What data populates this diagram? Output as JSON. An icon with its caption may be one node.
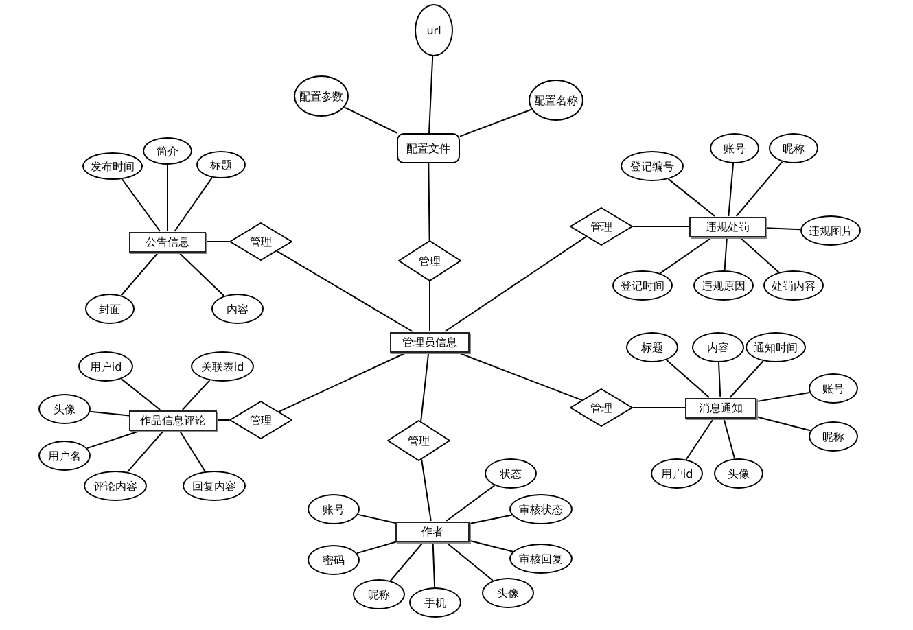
{
  "diagram": {
    "nodes": [
      {
        "text": [
          "url"
        ]
      },
      {
        "text": [
          "配置参数"
        ]
      },
      {
        "text": [
          "配置名称"
        ]
      },
      {
        "text": [
          "配置文件"
        ]
      },
      {
        "text": [
          "管理"
        ]
      },
      {
        "text": [
          "管理员信息"
        ]
      },
      {
        "text": [
          "公告信息"
        ]
      },
      {
        "text": [
          "发布时间"
        ]
      },
      {
        "text": [
          "简介"
        ]
      },
      {
        "text": [
          "标题"
        ]
      },
      {
        "text": [
          "封面"
        ]
      },
      {
        "text": [
          "内容"
        ]
      },
      {
        "text": [
          "管理"
        ]
      },
      {
        "text": [
          "违规处罚"
        ]
      },
      {
        "text": [
          "登记编号"
        ]
      },
      {
        "text": [
          "账号"
        ]
      },
      {
        "text": [
          "昵称"
        ]
      },
      {
        "text": [
          "违规图片"
        ]
      },
      {
        "text": [
          "登记时间"
        ]
      },
      {
        "text": [
          "违规原因"
        ]
      },
      {
        "text": [
          "处罚内容"
        ]
      },
      {
        "text": [
          "管理"
        ]
      },
      {
        "text": [
          "作品信息评论"
        ]
      },
      {
        "text": [
          "用户id"
        ]
      },
      {
        "text": [
          "关联表id"
        ]
      },
      {
        "text": [
          "头像"
        ]
      },
      {
        "text": [
          "用户名"
        ]
      },
      {
        "text": [
          "评论内容"
        ]
      },
      {
        "text": [
          "回复内容"
        ]
      },
      {
        "text": [
          "管理"
        ]
      },
      {
        "text": [
          "消息通知"
        ]
      },
      {
        "text": [
          "标题"
        ]
      },
      {
        "text": [
          "内容"
        ]
      },
      {
        "text": [
          "通知时间"
        ]
      },
      {
        "text": [
          "账号"
        ]
      },
      {
        "text": [
          "昵称"
        ]
      },
      {
        "text": [
          "用户id"
        ]
      },
      {
        "text": [
          "头像"
        ]
      },
      {
        "text": [
          "管理"
        ]
      },
      {
        "text": [
          "管理"
        ]
      },
      {
        "text": [
          "作者"
        ]
      },
      {
        "text": [
          "账号"
        ]
      },
      {
        "text": [
          "密码"
        ]
      },
      {
        "text": [
          "状态"
        ]
      },
      {
        "text": [
          "审核状态"
        ]
      },
      {
        "text": [
          "审核回复"
        ]
      },
      {
        "text": [
          "昵称"
        ]
      },
      {
        "text": [
          "手机"
        ]
      },
      {
        "text": [
          "头像"
        ]
      }
    ],
    "edges": [
      {
        "from": 0,
        "to": 3,
        "arrow": "none"
      },
      {
        "from": 1,
        "to": 3,
        "arrow": "none"
      },
      {
        "from": 2,
        "to": 3,
        "arrow": "none"
      },
      {
        "from": 3,
        "to": 4,
        "arrow": "none"
      },
      {
        "from": 4,
        "to": 5,
        "arrow": "none"
      },
      {
        "from": 7,
        "to": 6,
        "arrow": "none"
      },
      {
        "from": 8,
        "to": 6,
        "arrow": "none"
      },
      {
        "from": 9,
        "to": 6,
        "arrow": "none"
      },
      {
        "from": 10,
        "to": 6,
        "arrow": "none"
      },
      {
        "from": 11,
        "to": 6,
        "arrow": "none"
      },
      {
        "from": 6,
        "to": 12,
        "arrow": "none"
      },
      {
        "from": 12,
        "to": 5,
        "arrow": "none"
      },
      {
        "from": 14,
        "to": 13,
        "arrow": "none"
      },
      {
        "from": 15,
        "to": 13,
        "arrow": "none"
      },
      {
        "from": 16,
        "to": 13,
        "arrow": "none"
      },
      {
        "from": 17,
        "to": 13,
        "arrow": "none"
      },
      {
        "from": 18,
        "to": 13,
        "arrow": "none"
      },
      {
        "from": 19,
        "to": 13,
        "arrow": "none"
      },
      {
        "from": 20,
        "to": 13,
        "arrow": "none"
      },
      {
        "from": 21,
        "to": 13,
        "arrow": "none"
      },
      {
        "from": 5,
        "to": 21,
        "arrow": "none"
      },
      {
        "from": 23,
        "to": 22,
        "arrow": "none"
      },
      {
        "from": 24,
        "to": 22,
        "arrow": "none"
      },
      {
        "from": 25,
        "to": 22,
        "arrow": "none"
      },
      {
        "from": 26,
        "to": 22,
        "arrow": "none"
      },
      {
        "from": 27,
        "to": 22,
        "arrow": "none"
      },
      {
        "from": 28,
        "to": 22,
        "arrow": "none"
      },
      {
        "from": 22,
        "to": 29,
        "arrow": "none"
      },
      {
        "from": 29,
        "to": 5,
        "arrow": "none"
      },
      {
        "from": 31,
        "to": 30,
        "arrow": "none"
      },
      {
        "from": 32,
        "to": 30,
        "arrow": "none"
      },
      {
        "from": 33,
        "to": 30,
        "arrow": "none"
      },
      {
        "from": 34,
        "to": 30,
        "arrow": "none"
      },
      {
        "from": 35,
        "to": 30,
        "arrow": "none"
      },
      {
        "from": 36,
        "to": 30,
        "arrow": "none"
      },
      {
        "from": 37,
        "to": 30,
        "arrow": "none"
      },
      {
        "from": 38,
        "to": 30,
        "arrow": "none"
      },
      {
        "from": 5,
        "to": 38,
        "arrow": "none"
      },
      {
        "from": 5,
        "to": 39,
        "arrow": "none"
      },
      {
        "from": 39,
        "to": 40,
        "arrow": "none"
      },
      {
        "from": 41,
        "to": 40,
        "arrow": "none"
      },
      {
        "from": 42,
        "to": 40,
        "arrow": "none"
      },
      {
        "from": 43,
        "to": 40,
        "arrow": "none"
      },
      {
        "from": 44,
        "to": 40,
        "arrow": "none"
      },
      {
        "from": 45,
        "to": 40,
        "arrow": "none"
      },
      {
        "from": 46,
        "to": 40,
        "arrow": "none"
      },
      {
        "from": 47,
        "to": 40,
        "arrow": "none"
      },
      {
        "from": 48,
        "to": 40,
        "arrow": "none"
      }
    ]
  }
}
